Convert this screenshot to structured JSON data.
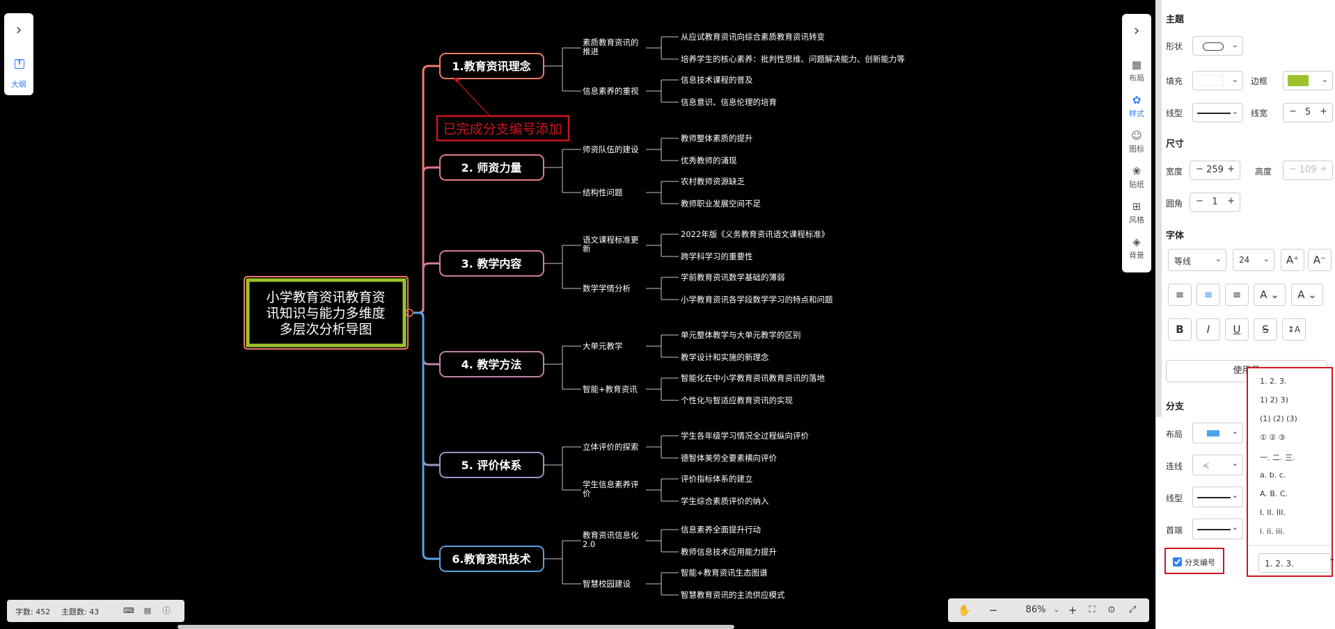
{
  "left_panel": {
    "outline_label": "大纲",
    "expand_icon": "chevron-right-icon"
  },
  "mindmap": {
    "root": "小学教育资讯教育资讯知识与能力多维度多层次分析导图",
    "root_lines": [
      "小学教育资讯教育资",
      "讯知识与能力多维度",
      "多层次分析导图"
    ],
    "annotation": "已完成分支编号添加",
    "branches": [
      {
        "title": "1.教育资讯理念",
        "color": "#f07b6a",
        "subs": [
          {
            "label": [
              "素质教育资讯的",
              "推进"
            ],
            "leaves": [
              "从应试教育资讯向综合素质教育资讯转变",
              "培养学生的核心素养：批判性思维、问题解决能力、创新能力等"
            ]
          },
          {
            "label": [
              "信息素养的重视"
            ],
            "leaves": [
              "信息技术课程的普及",
              "信息意识、信息伦理的培育"
            ]
          }
        ]
      },
      {
        "title": "2.   师资力量",
        "color": "#e07b86",
        "subs": [
          {
            "label": [
              "师资队伍的建设"
            ],
            "leaves": [
              "教师整体素质的提升",
              "优秀教师的涌现"
            ]
          },
          {
            "label": [
              "结构性问题"
            ],
            "leaves": [
              "农村教师资源缺乏",
              "教师职业发展空间不足"
            ]
          }
        ]
      },
      {
        "title": "3.   教学内容",
        "color": "#d07f96",
        "subs": [
          {
            "label": [
              "语文课程标准更",
              "新"
            ],
            "leaves": [
              "2022年版《义务教育资讯语文课程标准》",
              "跨学科学习的重要性"
            ]
          },
          {
            "label": [
              "数学学情分析"
            ],
            "leaves": [
              "学前教育资讯数学基础的薄弱",
              "小学教育资讯各学段数学学习的特点和问题"
            ]
          }
        ]
      },
      {
        "title": "4.   教学方法",
        "color": "#c084a8",
        "subs": [
          {
            "label": [
              "大单元教学"
            ],
            "leaves": [
              "单元整体教学与大单元教学的区别",
              "教学设计和实施的新理念"
            ]
          },
          {
            "label": [
              "智能+教育资讯"
            ],
            "leaves": [
              "智能化在中小学教育资讯教育资讯的落地",
              "个性化与智适应教育资讯的实现"
            ]
          }
        ]
      },
      {
        "title": "5.   评价体系",
        "color": "#a591c4",
        "subs": [
          {
            "label": [
              "立体评价的探索"
            ],
            "leaves": [
              "学生各年级学习情况全过程纵向评价",
              "德智体美劳全要素横向评价"
            ]
          },
          {
            "label": [
              "学生信息素养评",
              "价"
            ],
            "leaves": [
              "评价指标体系的建立",
              "学生综合素质评价的纳入"
            ]
          }
        ]
      },
      {
        "title": "6.教育资讯技术",
        "color": "#5aa3e0",
        "subs": [
          {
            "label": [
              "教育资讯信息化",
              "2.0"
            ],
            "leaves": [
              "信息素养全面提升行动",
              "教师信息技术应用能力提升"
            ]
          },
          {
            "label": [
              "智慧校园建设"
            ],
            "leaves": [
              "智能+教育资讯生态图谱",
              "智慧教育资讯的主流供应模式"
            ]
          }
        ]
      }
    ]
  },
  "status_bar": {
    "word_count": "字数: 452",
    "topic_count": "主题数: 43"
  },
  "zoom_bar": {
    "zoom": "86%"
  },
  "side_tabs": [
    {
      "label": "布局",
      "icon": "layout-icon"
    },
    {
      "label": "样式",
      "icon": "palette-icon",
      "active": true
    },
    {
      "label": "图标",
      "icon": "smiley-icon"
    },
    {
      "label": "贴纸",
      "icon": "sticker-icon"
    },
    {
      "label": "风格",
      "icon": "style-grid-icon"
    },
    {
      "label": "背景",
      "icon": "layers-icon"
    }
  ],
  "panel": {
    "topic_heading": "主题",
    "shape_label": "形状",
    "fill_label": "填充",
    "border_label": "边框",
    "border_color": "#9dc22a",
    "line_type_label": "线型",
    "line_width_label": "线宽",
    "line_width": "5",
    "size_heading": "尺寸",
    "width_label": "宽度",
    "width": "259",
    "height_label": "高度",
    "height": "109",
    "radius_label": "圆角",
    "radius": "1",
    "font_heading": "字体",
    "font_family": "等线",
    "font_size": "24",
    "apply_style_label": "使用风",
    "branch_heading": "分支",
    "branch_layout_label": "布局",
    "branch_line_label": "连线",
    "branch_line_type_label": "线型",
    "first_line_label": "首端",
    "branch_number_label": "分支编号",
    "branch_number_checked": true,
    "numbering_options": [
      "1. 2. 3.",
      "1) 2) 3)",
      "(1) (2) (3)",
      "① ② ③",
      "一. 二. 三.",
      "a. b. c.",
      "A. B. C.",
      "I. II. III.",
      "i. ii. iii."
    ],
    "numbering_selected": "1. 2. 3."
  }
}
